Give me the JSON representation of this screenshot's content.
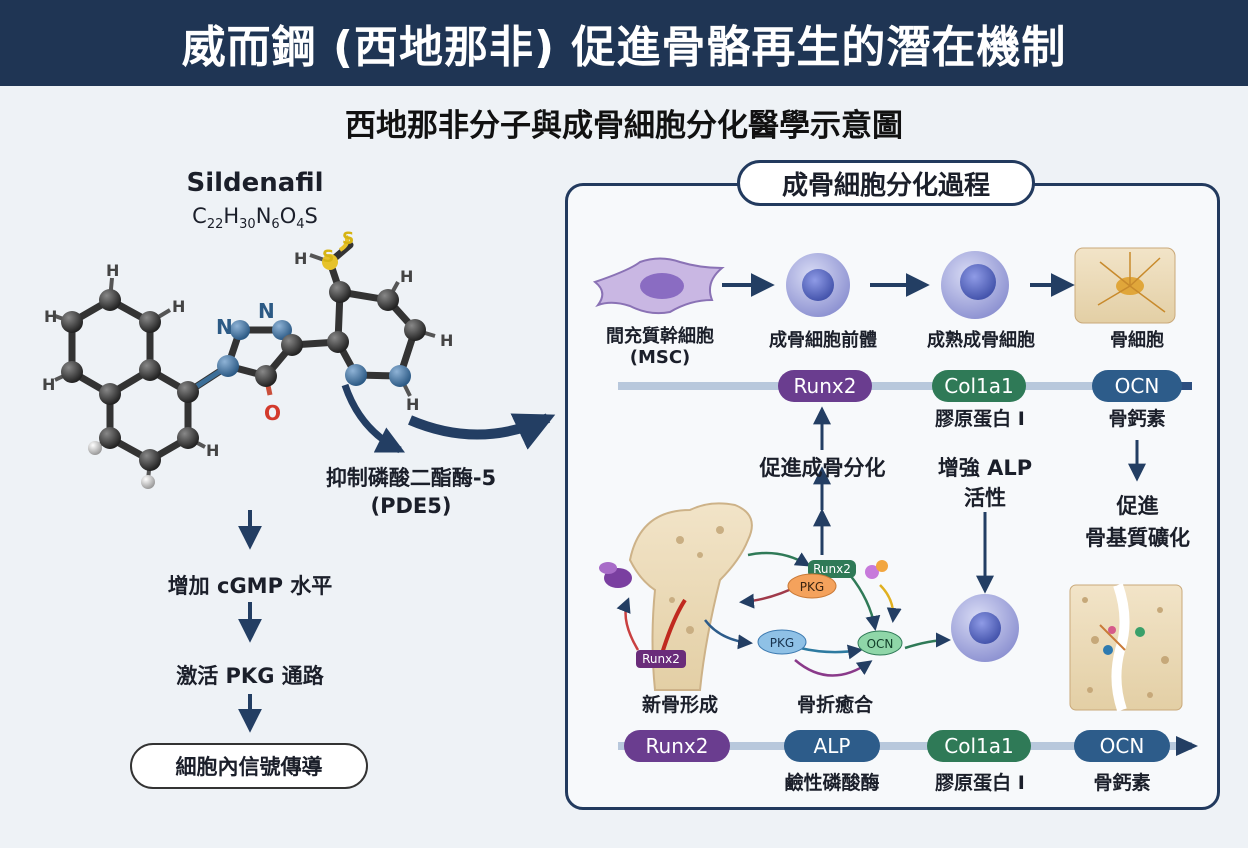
{
  "header": {
    "title": "威而鋼 (西地那非) 促進骨骼再生的潛在機制",
    "subtitle": "西地那非分子與成骨細胞分化醫學示意圖"
  },
  "molecule": {
    "name": "Sildenafil",
    "formula": {
      "c": "22",
      "h": "30",
      "n": "6",
      "o": "4"
    },
    "atoms": {
      "h": "H",
      "n": "N",
      "o": "O",
      "s": "S"
    }
  },
  "left_flow": {
    "inhibit_line1": "抑制磷酸二酯酶-5",
    "inhibit_line2": "(PDE5)",
    "step1": "增加 cGMP 水平",
    "step2": "激活 PKG 通路",
    "step3": "細胞內信號傳導"
  },
  "panel": {
    "title": "成骨細胞分化過程",
    "stages": [
      {
        "line1": "間充質幹細胞",
        "line2": "(MSC)"
      },
      {
        "line1": "成骨細胞前體",
        "line2": ""
      },
      {
        "line1": "成熟成骨細胞",
        "line2": ""
      },
      {
        "line1": "骨細胞",
        "line2": ""
      }
    ],
    "top_markers": [
      {
        "label": "Runx2",
        "sub": "",
        "color": "#6a3d8f"
      },
      {
        "label": "Col1a1",
        "sub": "膠原蛋白 I",
        "color": "#2f7a57"
      },
      {
        "label": "OCN",
        "sub": "骨鈣素",
        "color": "#2d5c8a"
      }
    ],
    "promote_osteo": "促進成骨分化",
    "enhance_alp_line1": "增強 ALP",
    "enhance_alp_line2": "活性",
    "promote_mineral_line1": "促進",
    "promote_mineral_line2": "骨基質礦化",
    "new_bone": "新骨形成",
    "fracture_healing": "骨折癒合",
    "illustration_labels": {
      "runx2_small": "Runx2",
      "pkg1": "PKG",
      "pkg2": "PKG",
      "ocn_small": "OCN",
      "runx2_tag": "Runx2"
    },
    "bottom_markers": [
      {
        "label": "Runx2",
        "sub": "",
        "color": "#6a3d8f"
      },
      {
        "label": "ALP",
        "sub": "鹼性磷酸酶",
        "color": "#2d5c8a"
      },
      {
        "label": "Col1a1",
        "sub": "膠原蛋白 I",
        "color": "#2f7a57"
      },
      {
        "label": "OCN",
        "sub": "骨鈣素",
        "color": "#2d5c8a"
      }
    ]
  },
  "colors": {
    "banner": "#1f3554",
    "panel_border": "#223a5e",
    "arrow": "#233e63",
    "runx2": "#6a3d8f",
    "col1a1": "#2f7a57",
    "ocn": "#2d5c8a",
    "alp": "#2d5c8a"
  }
}
